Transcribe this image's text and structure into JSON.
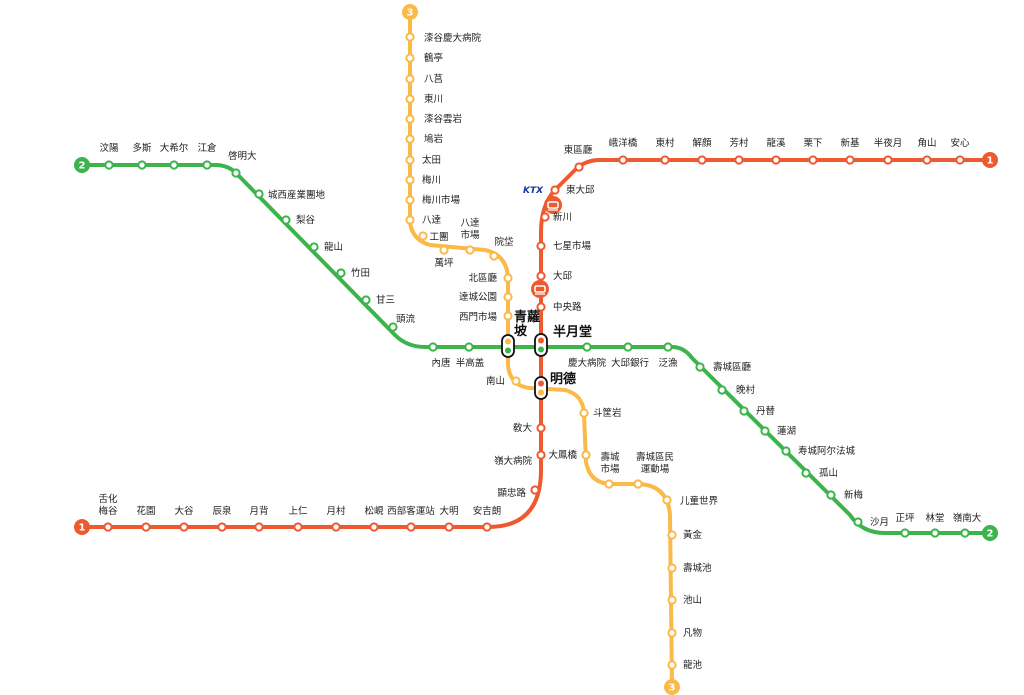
{
  "map": {
    "colors": {
      "line1": "#ee5a30",
      "line2": "#3cb44b",
      "line3": "#fbb948",
      "ktx": "#1a3a9a"
    },
    "ktx_label": "KTX",
    "transfers": {
      "cheongna": "青蘿\n坡",
      "banwoldang": "半月堂",
      "myeongdeok": "明德"
    },
    "lines": [
      {
        "id": "1",
        "badge": "1",
        "stations": [
          "安心",
          "角山",
          "半夜月",
          "新基",
          "栗下",
          "龍溪",
          "芳村",
          "解顔",
          "東村",
          "峨洋橋",
          "東區廳",
          "東大邱",
          "新川",
          "七星市場",
          "大邱",
          "中央路",
          "敎大",
          "嶺大病院",
          "顯忠路",
          "安吉朗",
          "大明",
          "西部客運站",
          "松峴",
          "月村",
          "上仁",
          "月背",
          "辰泉",
          "大谷",
          "花園",
          "舌化\n梅谷"
        ]
      },
      {
        "id": "2",
        "badge": "2",
        "stations": [
          "汶陽",
          "多斯",
          "大希尔",
          "江倉",
          "啓明大",
          "城西産業團地",
          "梨谷",
          "龍山",
          "竹田",
          "甘三",
          "頭流",
          "內唐",
          "半高盖",
          "慶大病院",
          "大邱銀行",
          "泛漁",
          "壽城區廳",
          "晚村",
          "丹替",
          "蓮湖",
          "寿城阿尔法城",
          "孤山",
          "新梅",
          "沙月",
          "正坪",
          "林堂",
          "嶺南大"
        ]
      },
      {
        "id": "3",
        "badge": "3",
        "stations": [
          "漆谷慶大病院",
          "鶴亭",
          "八莒",
          "東川",
          "漆谷雲岩",
          "鳩岩",
          "太田",
          "梅川",
          "梅川市場",
          "八達",
          "工團",
          "萬坪",
          "八達\n市場",
          "院垈",
          "北區廳",
          "達城公園",
          "西門市場",
          "南山",
          "斗筐岩",
          "大鳳橋",
          "壽城\n市場",
          "壽城區民\n運動場",
          "儿童世界",
          "黃金",
          "壽城池",
          "池山",
          "凡物",
          "龍池"
        ]
      }
    ]
  }
}
